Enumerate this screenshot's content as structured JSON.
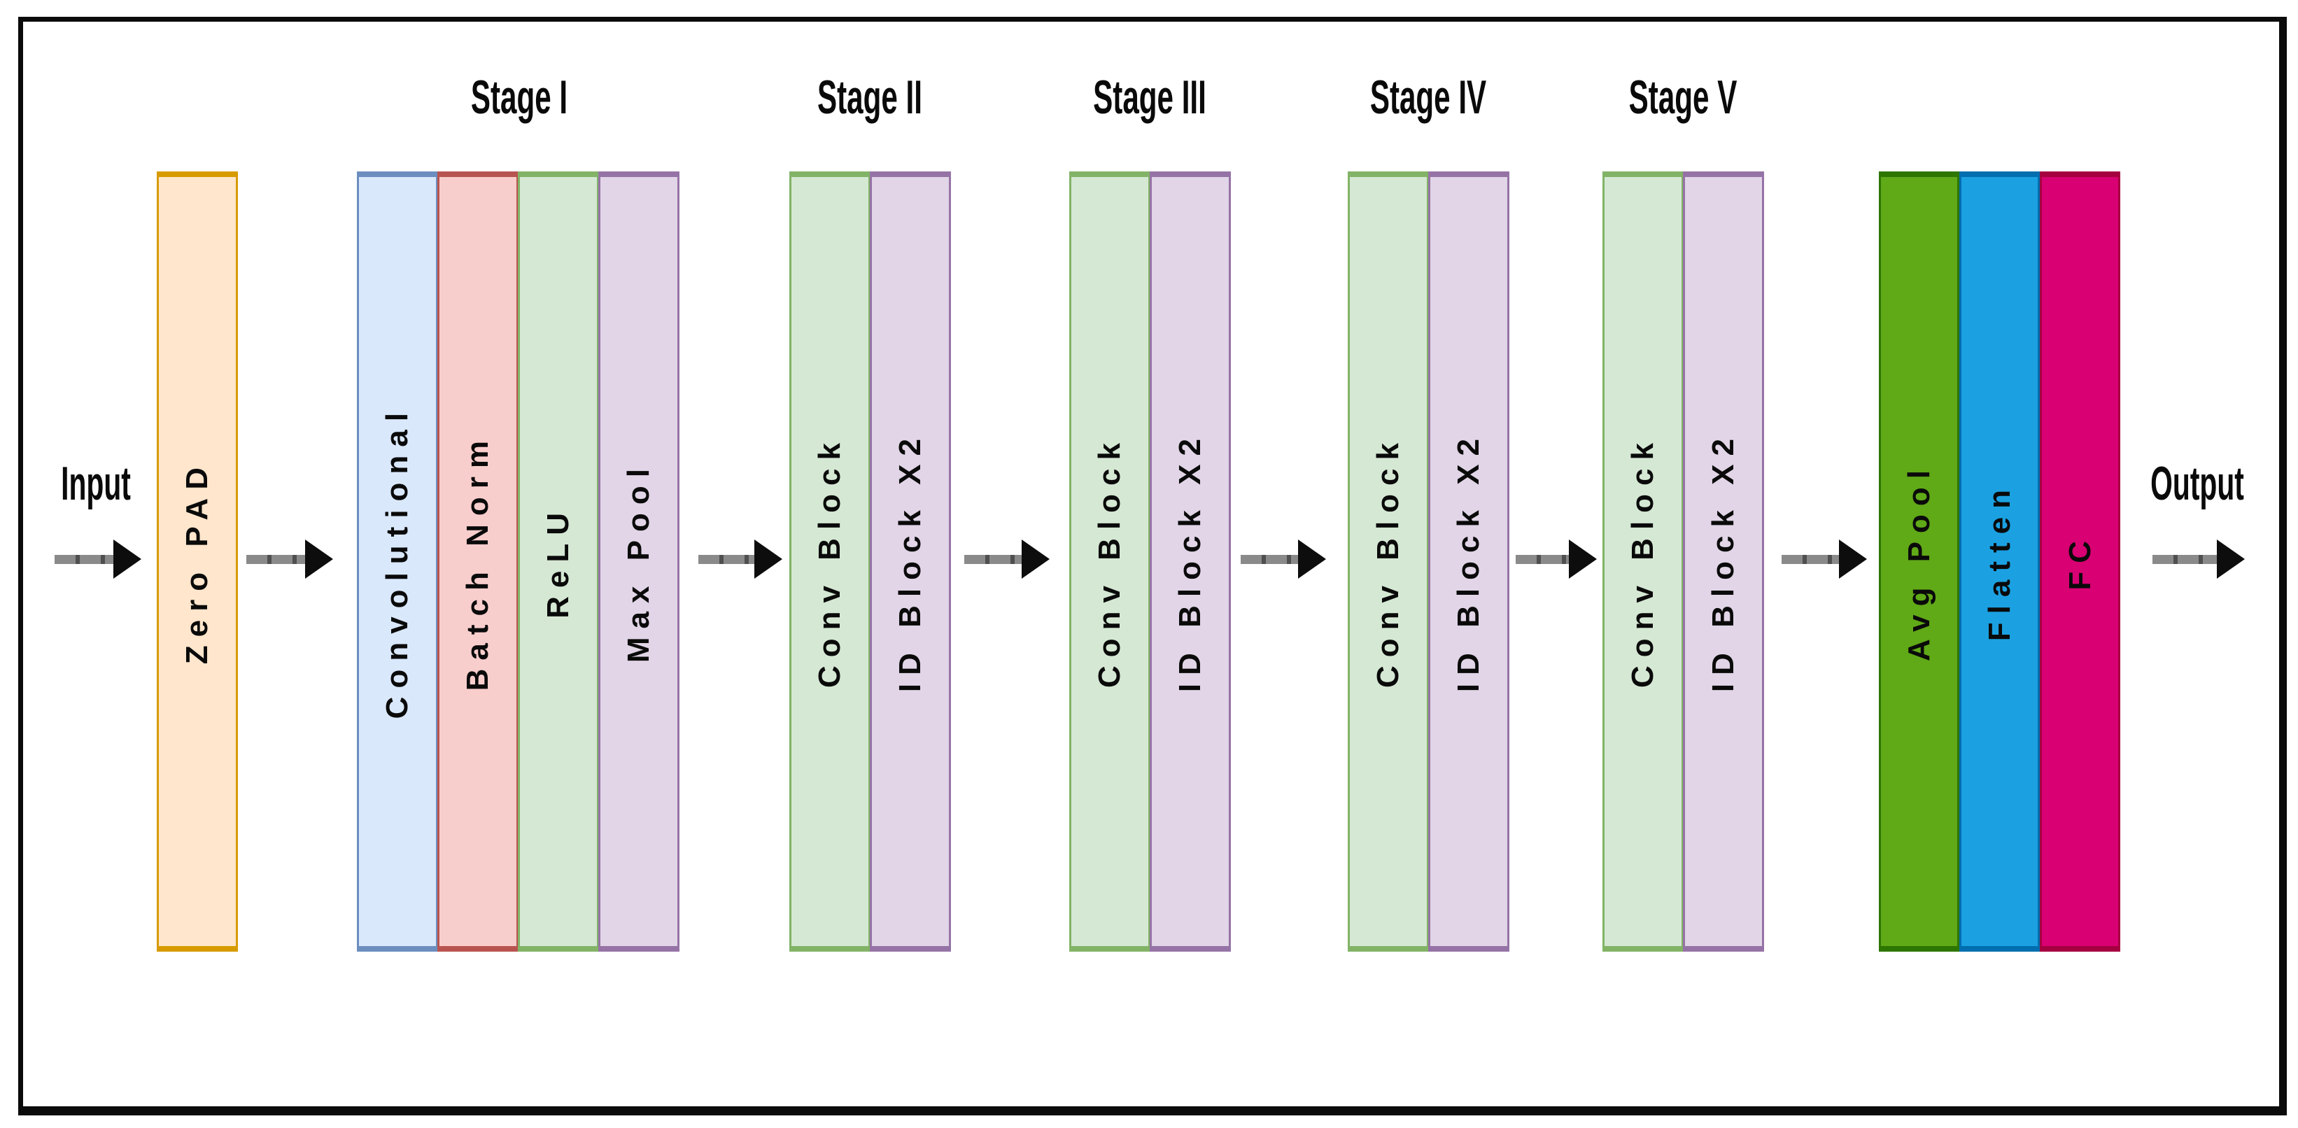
{
  "diagram": {
    "input_label": "Input",
    "output_label": "Output",
    "frame_color": "#0b0b0b",
    "text_color": "#0a0a0a",
    "arrow": {
      "line_color": "#8a8a8a",
      "tick_color": "#4f4f4f",
      "head_color": "#0d0d0d"
    },
    "zero_pad": {
      "label": "Zero PAD",
      "fill": "#FFE6CC",
      "border": "#D79B00"
    },
    "stages": [
      {
        "label": "Stage I",
        "columns": [
          {
            "label": "Convolutional",
            "fill": "#DAE8FC",
            "border": "#6C8EBF"
          },
          {
            "label": "Batch Norm",
            "fill": "#F8CECC",
            "border": "#B85450"
          },
          {
            "label": "ReLU",
            "fill": "#D5E8D4",
            "border": "#82B366"
          },
          {
            "label": "Max Pool",
            "fill": "#E1D5E7",
            "border": "#9673A6"
          }
        ]
      },
      {
        "label": "Stage II",
        "columns": [
          {
            "label": "Conv Block",
            "fill": "#D5E8D4",
            "border": "#82B366"
          },
          {
            "label": "ID Block X2",
            "fill": "#E1D5E7",
            "border": "#9673A6"
          }
        ]
      },
      {
        "label": "Stage III",
        "columns": [
          {
            "label": "Conv Block",
            "fill": "#D5E8D4",
            "border": "#82B366"
          },
          {
            "label": "ID Block X2",
            "fill": "#E1D5E7",
            "border": "#9673A6"
          }
        ]
      },
      {
        "label": "Stage IV",
        "columns": [
          {
            "label": "Conv Block",
            "fill": "#D5E8D4",
            "border": "#82B366"
          },
          {
            "label": "ID Block X2",
            "fill": "#E1D5E7",
            "border": "#9673A6"
          }
        ]
      },
      {
        "label": "Stage V",
        "columns": [
          {
            "label": "Conv Block",
            "fill": "#D5E8D4",
            "border": "#82B366"
          },
          {
            "label": "ID Block X2",
            "fill": "#E1D5E7",
            "border": "#9673A6"
          }
        ]
      }
    ],
    "head": {
      "columns": [
        {
          "label": "Avg Pool",
          "fill": "#60A917",
          "border": "#2D7600"
        },
        {
          "label": "Flatten",
          "fill": "#1BA1E2",
          "border": "#006EAF"
        },
        {
          "label": "FC",
          "fill": "#D80073",
          "border": "#A50040"
        }
      ]
    }
  }
}
